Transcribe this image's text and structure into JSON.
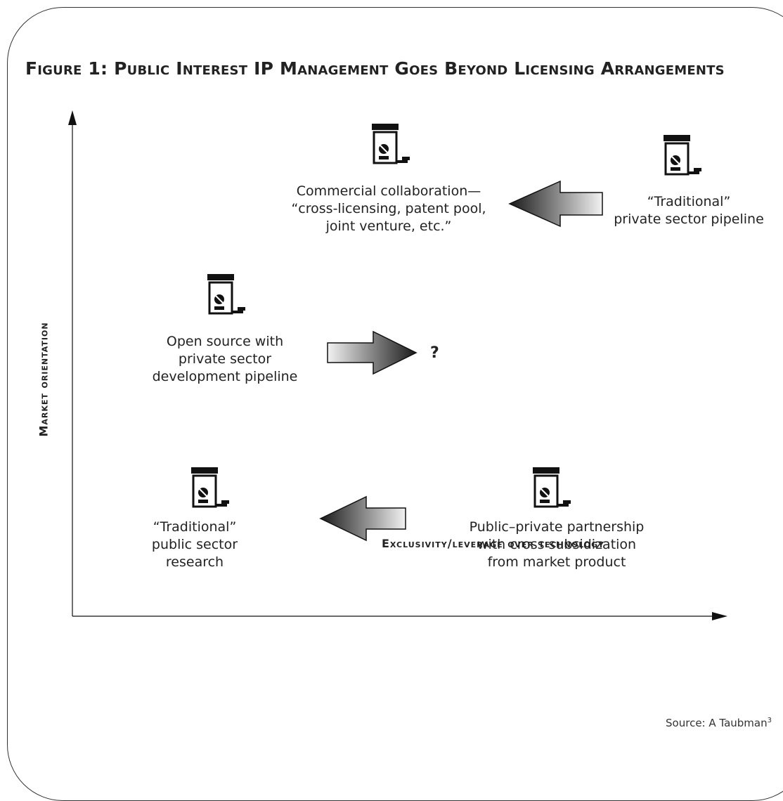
{
  "figure": {
    "title": "Figure 1: Public Interest IP Management Goes Beyond Licensing Arrangements",
    "y_axis_label": "Market orientation",
    "x_axis_label": "Exclusivity/leverage over technology",
    "source_text": "Source: A Taubman",
    "source_superscript": "3",
    "question_mark": "?"
  },
  "nodes": [
    {
      "id": "commercial-collaboration",
      "label": "Commercial collaboration—\n“cross-licensing, patent pool,\njoint venture, etc.”",
      "icon": "pill-bottle-icon"
    },
    {
      "id": "traditional-private",
      "label": "“Traditional”\nprivate sector pipeline",
      "icon": "pill-bottle-icon"
    },
    {
      "id": "open-source",
      "label": "Open source with\nprivate sector\ndevelopment pipeline",
      "icon": "pill-bottle-icon"
    },
    {
      "id": "traditional-public",
      "label": "“Traditional”\npublic sector\nresearch",
      "icon": "pill-bottle-icon"
    },
    {
      "id": "public-private",
      "label": "Public–private partnership\nwith cross subsidization\nfrom market product",
      "icon": "pill-bottle-icon"
    }
  ],
  "arrows": [
    {
      "from": "traditional-private",
      "to": "commercial-collaboration",
      "direction": "left"
    },
    {
      "from": "open-source",
      "to": "question-mark",
      "direction": "right"
    },
    {
      "from": "public-private",
      "to": "traditional-public",
      "direction": "left"
    }
  ]
}
